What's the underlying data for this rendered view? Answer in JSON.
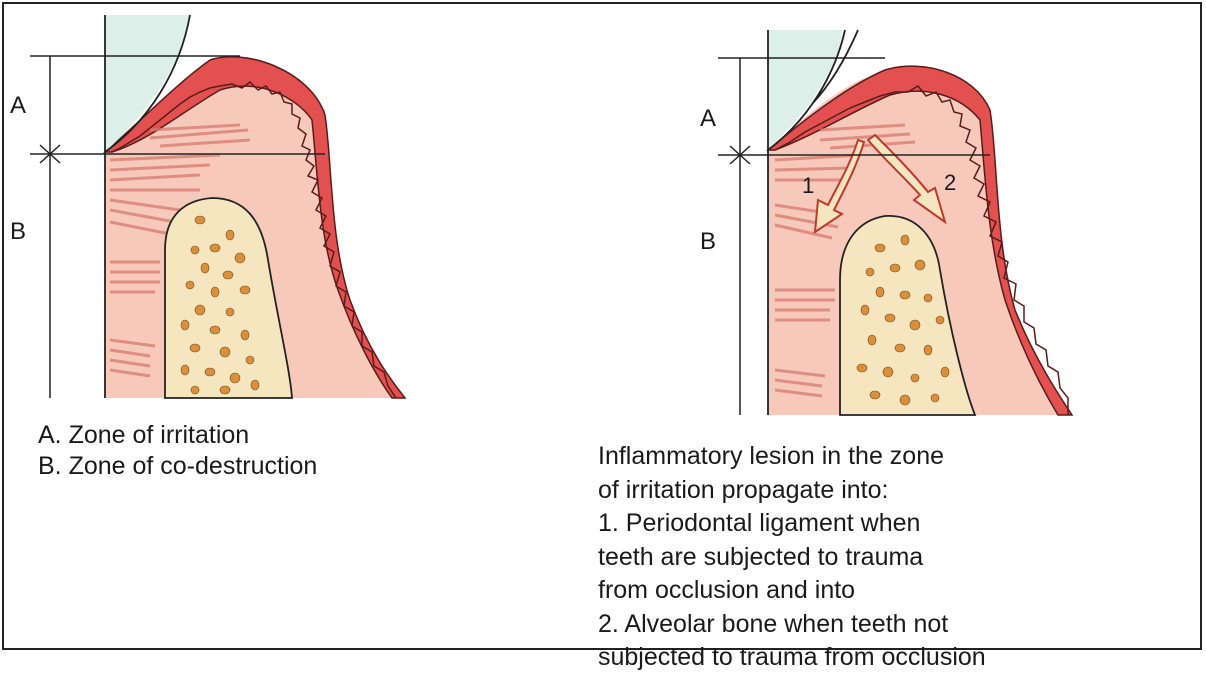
{
  "left_panel": {
    "label_a": "A",
    "label_b": "B",
    "legend": [
      "A. Zone of irritation",
      "B. Zone of co-destruction"
    ]
  },
  "right_panel": {
    "label_a": "A",
    "label_b": "B",
    "arrow_1": "1",
    "arrow_2": "2",
    "caption": [
      "Inflammatory lesion in the zone",
      "of irritation propagate into:",
      "1. Periodontal ligament when",
      "teeth are subjected to trauma",
      "from occlusion and into",
      "2. Alveolar bone when teeth not",
      "subjected to trauma from occlusion"
    ]
  },
  "colors": {
    "gingiva_red": "#e2514f",
    "soft_tissue_pink": "#f6c9bb",
    "bone_fill": "#f6e6c0",
    "bone_spots": "#d98f3b",
    "tooth_fill": "#dcefe9",
    "fiber_red": "#d97a6e"
  }
}
